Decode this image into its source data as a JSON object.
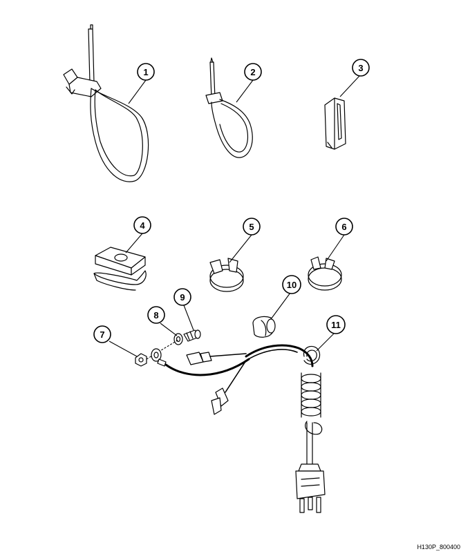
{
  "callouts": [
    {
      "id": "c1",
      "label": "1"
    },
    {
      "id": "c2",
      "label": "2"
    },
    {
      "id": "c3",
      "label": "3"
    },
    {
      "id": "c4",
      "label": "4"
    },
    {
      "id": "c5",
      "label": "5"
    },
    {
      "id": "c6",
      "label": "6"
    },
    {
      "id": "c7",
      "label": "7"
    },
    {
      "id": "c8",
      "label": "8"
    },
    {
      "id": "c9",
      "label": "9"
    },
    {
      "id": "c10",
      "label": "10"
    },
    {
      "id": "c11",
      "label": "11"
    }
  ],
  "drawing_code": "H130P_800400"
}
